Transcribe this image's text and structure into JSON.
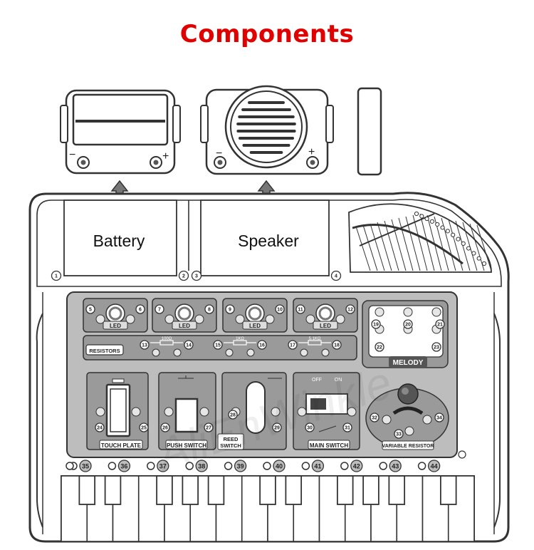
{
  "title": "Components",
  "battery_label": "Battery",
  "speaker_label": "Speaker",
  "minus": "−",
  "plus": "+",
  "slot_numbers": [
    "1",
    "2",
    "3",
    "4"
  ],
  "led_label": "LED",
  "led_terminals": [
    [
      "5",
      "6"
    ],
    [
      "7",
      "8"
    ],
    [
      "9",
      "10"
    ],
    [
      "11",
      "12"
    ]
  ],
  "resistors_label": "RESISTORS",
  "resistors": [
    {
      "value": "100Ω",
      "left": "13",
      "right": "14"
    },
    {
      "value": "1KΩ",
      "left": "15",
      "right": "16"
    },
    {
      "value": "5.1KΩ",
      "left": "17",
      "right": "18"
    }
  ],
  "melody_label": "MELODY",
  "melody_terminals": [
    "19",
    "20",
    "21",
    "22",
    "23"
  ],
  "touch_plate_label": "TOUCH PLATE",
  "touch_plate_terminals": [
    "24",
    "25"
  ],
  "push_switch_label": "PUSH SWITCH",
  "push_switch_terminals": [
    "26",
    "27"
  ],
  "reed_switch_label": "REED SWITCH",
  "reed_switch_terminals": [
    "28",
    "29"
  ],
  "main_switch_label": "MAIN SWITCH",
  "main_switch_off": "OFF",
  "main_switch_on": "ON",
  "main_switch_terminals": [
    "30",
    "31"
  ],
  "variable_resistor_label": "VARIABLE RESISTOR",
  "variable_resistor_terminals": [
    "32",
    "33",
    "34"
  ],
  "bottom_terminals": [
    "35",
    "36",
    "37",
    "38",
    "39",
    "40",
    "41",
    "42",
    "43",
    "44"
  ],
  "watermark": "AliEnWinkle"
}
